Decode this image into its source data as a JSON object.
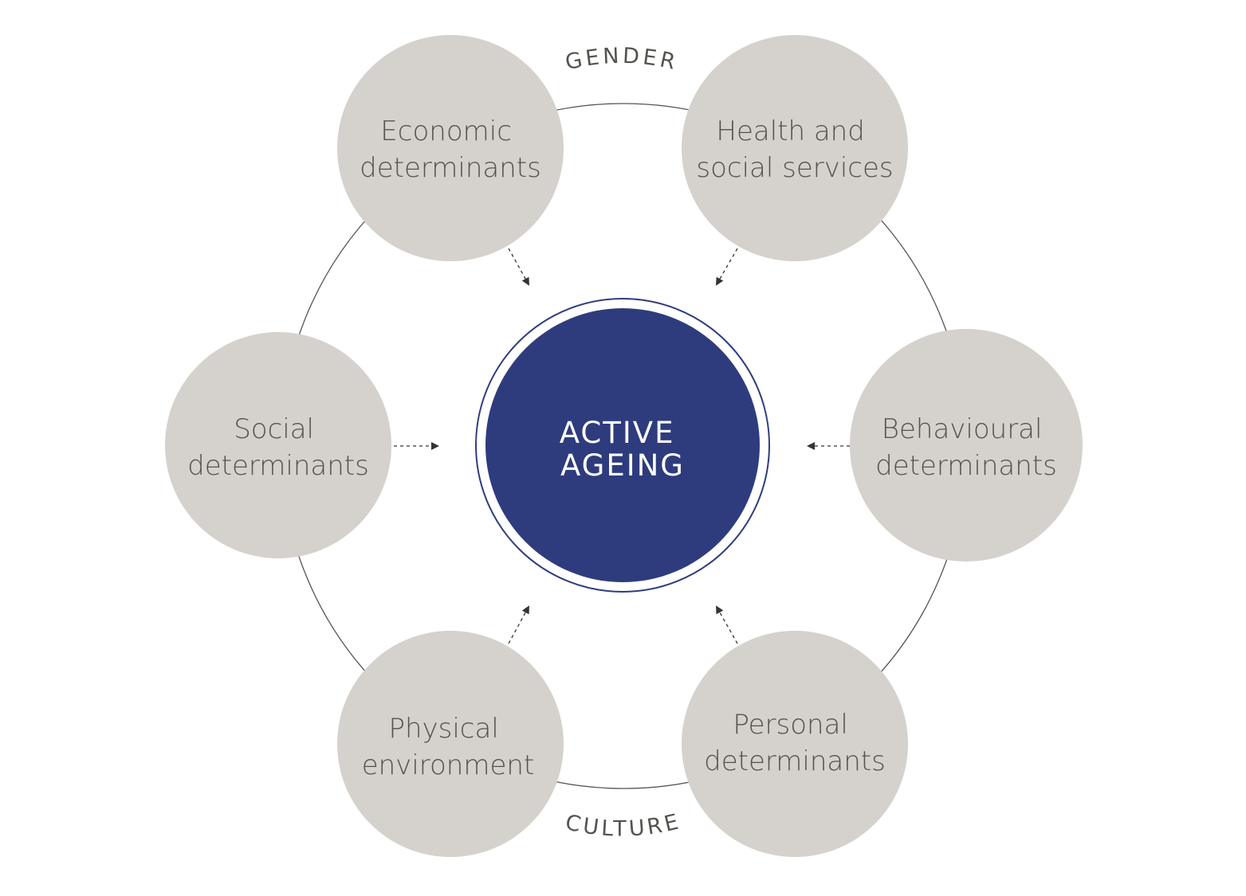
{
  "center": {
    "lines": [
      "ACTIVE",
      "AGEING"
    ],
    "fill": "#2e3c7d",
    "ring_color": "#2e3c7d"
  },
  "ring_labels": {
    "top": "GENDER",
    "bottom": "CULTURE"
  },
  "node_fill": "#d5d1cc",
  "text_color": "#55534f",
  "nodes": [
    {
      "id": "economic",
      "lines": [
        "Economic",
        "determinants"
      ]
    },
    {
      "id": "health",
      "lines": [
        "Health and",
        "social services"
      ]
    },
    {
      "id": "social",
      "lines": [
        "Social",
        "determinants"
      ]
    },
    {
      "id": "behavioural",
      "lines": [
        "Behavioural",
        "determinants"
      ]
    },
    {
      "id": "physical",
      "lines": [
        "Physical",
        "environment"
      ]
    },
    {
      "id": "personal",
      "lines": [
        "Personal",
        "determinants"
      ]
    }
  ]
}
